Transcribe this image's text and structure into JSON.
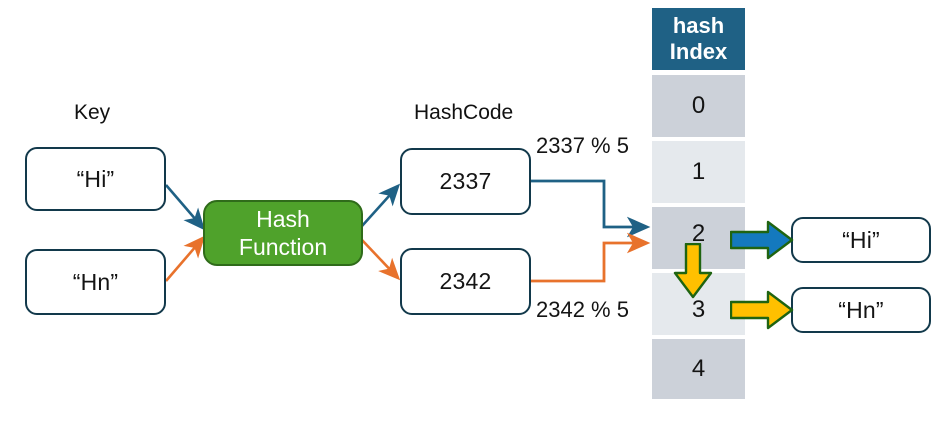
{
  "diagram": {
    "title": "hash-table-indexing-diagram",
    "colors": {
      "header_bg": "#1F6185",
      "cell_dark": "#CCD1D9",
      "cell_light": "#E5E9ED",
      "hash_function_fill": "#4FA22B",
      "hash_function_border": "#2F6B1A",
      "box_border": "#12394B",
      "blue_arrow": "#1479BE",
      "yellow_arrow": "#FFC000",
      "arrow_outline": "#1F6411",
      "connector_blue": "#1F6185",
      "connector_orange": "#E8722C"
    }
  },
  "labels": {
    "key": "Key",
    "hashcode": "HashCode"
  },
  "keys": [
    {
      "name": "key-hi",
      "text": "“Hi”"
    },
    {
      "name": "key-hn",
      "text": "“Hn”"
    }
  ],
  "hash_function": {
    "line1": "Hash",
    "line2": "Function"
  },
  "hashcodes": [
    {
      "name": "hashcode-2337",
      "value": "2337",
      "modulo_label": "2337 % 5"
    },
    {
      "name": "hashcode-2342",
      "value": "2342",
      "modulo_label": "2342 % 5"
    }
  ],
  "hash_table": {
    "header_line1": "hash",
    "header_line2": "Index",
    "cells": [
      {
        "index": "0",
        "shade": "dark"
      },
      {
        "index": "1",
        "shade": "light"
      },
      {
        "index": "2",
        "shade": "dark"
      },
      {
        "index": "3",
        "shade": "light"
      },
      {
        "index": "4",
        "shade": "dark"
      }
    ]
  },
  "buckets": [
    {
      "name": "bucket-value-hi",
      "text": "“Hi”",
      "arrow": "blue-right-arrow"
    },
    {
      "name": "bucket-value-hn",
      "text": "“Hn”",
      "arrow": "yellow-right-arrow"
    }
  ],
  "collision": {
    "note": "yellow-down-arrow-from-index-2-to-index-3"
  }
}
